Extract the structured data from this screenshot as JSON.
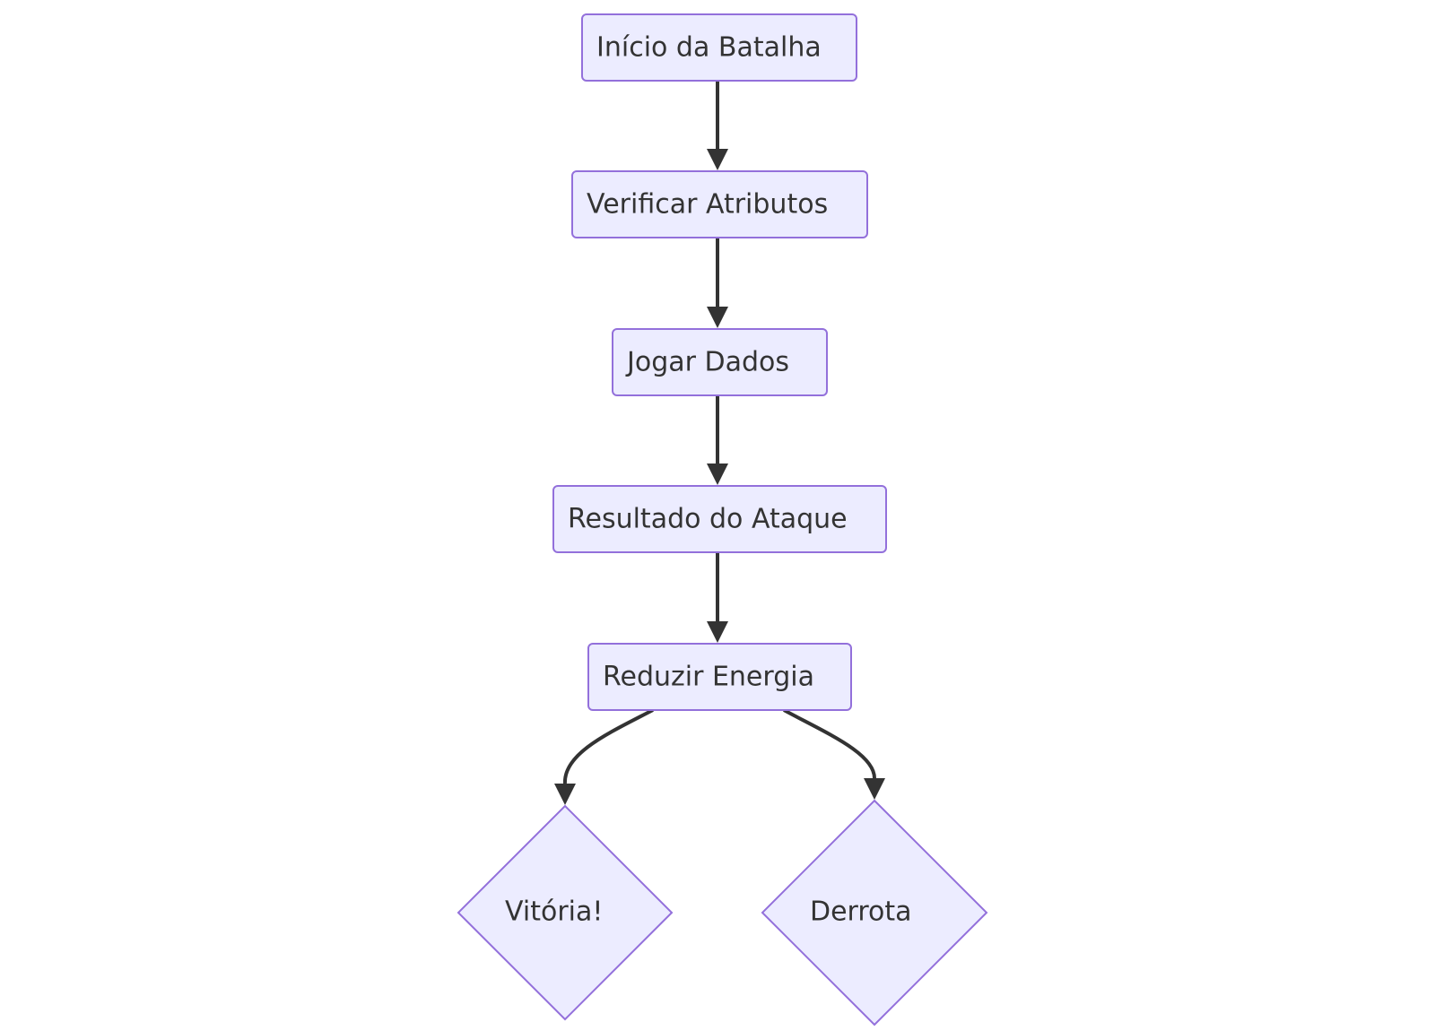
{
  "diagram": {
    "type": "flowchart",
    "direction": "top-down",
    "colors": {
      "node_fill": "#ECECFF",
      "node_stroke": "#9370DB",
      "edge": "#333333",
      "text": "#333333"
    },
    "nodes": {
      "start": {
        "label": "Início da Batalha",
        "shape": "rectangle"
      },
      "check": {
        "label": "Verificar Atributos",
        "shape": "rectangle"
      },
      "roll": {
        "label": "Jogar Dados",
        "shape": "rectangle"
      },
      "result": {
        "label": "Resultado do Ataque",
        "shape": "rectangle"
      },
      "reduce": {
        "label": "Reduzir Energia",
        "shape": "rectangle"
      },
      "victory": {
        "label": "Vitória!",
        "shape": "diamond"
      },
      "defeat": {
        "label": "Derrota",
        "shape": "diamond"
      }
    },
    "edges": [
      {
        "from": "start",
        "to": "check"
      },
      {
        "from": "check",
        "to": "roll"
      },
      {
        "from": "roll",
        "to": "result"
      },
      {
        "from": "result",
        "to": "reduce"
      },
      {
        "from": "reduce",
        "to": "victory"
      },
      {
        "from": "reduce",
        "to": "defeat"
      }
    ]
  }
}
